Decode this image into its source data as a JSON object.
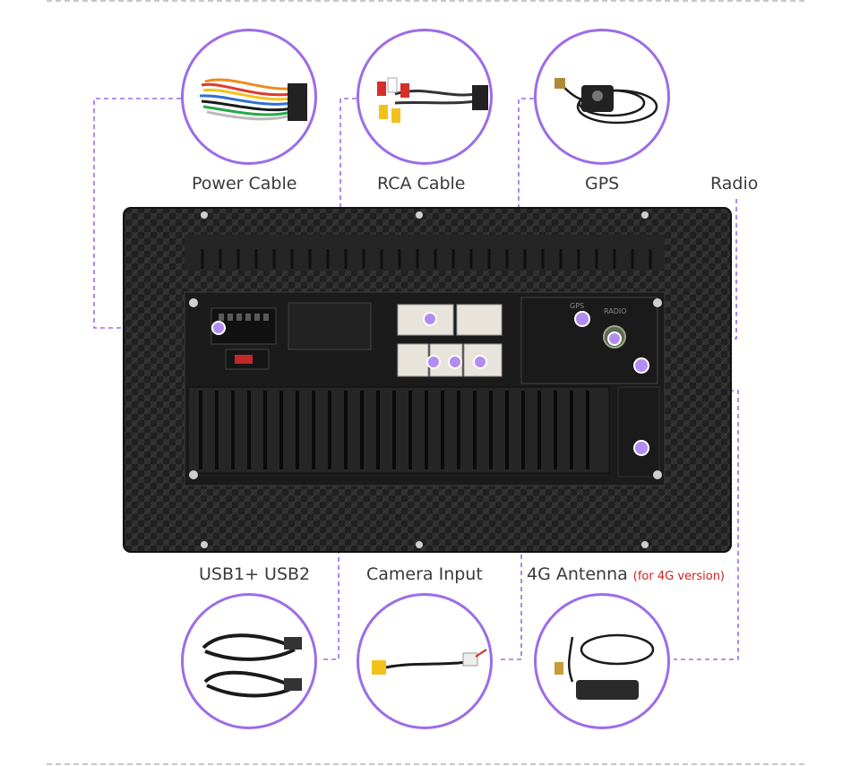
{
  "labels": {
    "power_cable": "Power Cable",
    "rca_cable": "RCA Cable",
    "gps": "GPS",
    "radio": "Radio",
    "usb": "USB1+ USB2",
    "camera_input": "Camera Input",
    "antenna_4g": "4G Antenna",
    "antenna_4g_note": "(for 4G version)"
  },
  "unit_text": {
    "gps_port": "GPS",
    "radio_port": "RADIO"
  },
  "colors": {
    "accent": "#9d6ce8",
    "marker": "#b28cf0",
    "note_red": "#d0201c",
    "label_text": "#3a3a3a",
    "unit_body": "#262626"
  },
  "icons": [
    "power-cable-icon",
    "rca-cable-icon",
    "gps-antenna-icon",
    "usb-cable-icon",
    "camera-cable-icon",
    "lte-antenna-icon"
  ]
}
